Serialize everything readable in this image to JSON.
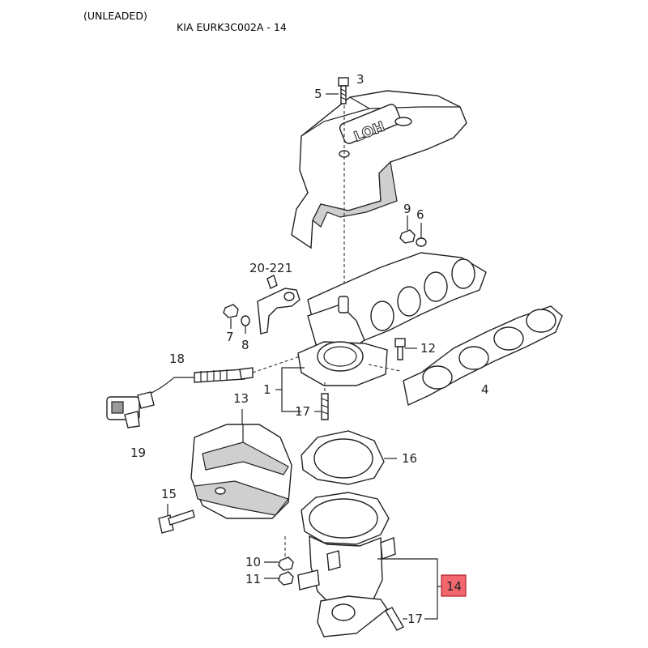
{
  "header": {
    "variant": "(UNLEADED)",
    "reference": "KIA EURK3C002A - 14"
  },
  "highlight_color": "#f2666e",
  "callouts": {
    "p1": "1",
    "p3": "3",
    "p4": "4",
    "p5": "5",
    "p6": "6",
    "p7": "7",
    "p8": "8",
    "p9": "9",
    "p10": "10",
    "p11": "11",
    "p12": "12",
    "p13": "13",
    "p14": "14",
    "p15": "15",
    "p16": "16",
    "p17a": "17",
    "p17b": "17",
    "p18": "18",
    "p19": "19",
    "p20": "20-221"
  }
}
